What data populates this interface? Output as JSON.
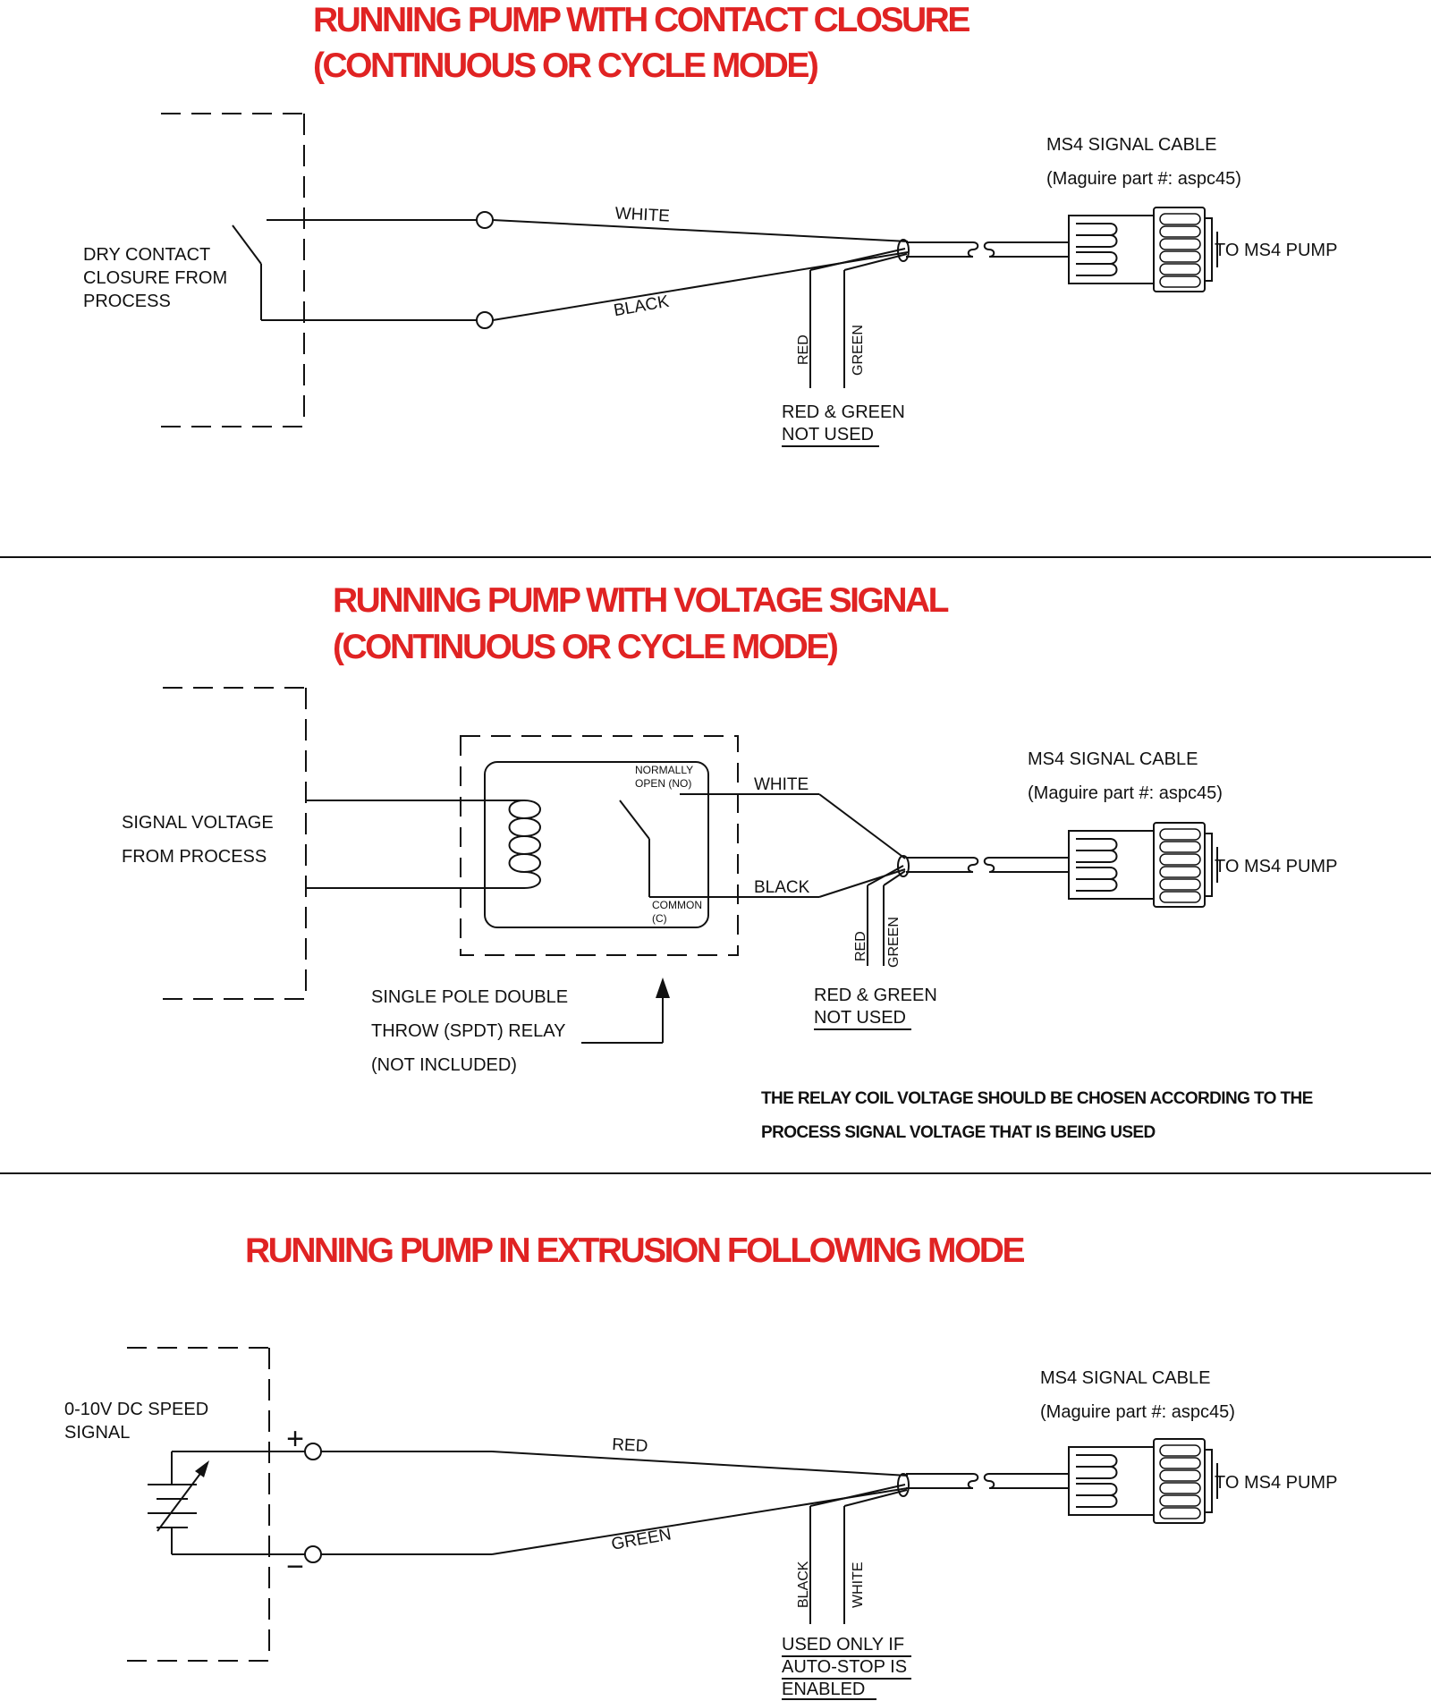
{
  "colors": {
    "title": "#e02323",
    "ink": "#111111",
    "background": "#ffffff"
  },
  "section1": {
    "title_line1": "RUNNING PUMP WITH CONTACT CLOSURE",
    "title_line2": "(CONTINUOUS OR CYCLE MODE)",
    "source_label": [
      "DRY CONTACT",
      "CLOSURE FROM",
      "PROCESS"
    ],
    "wire_white": "WHITE",
    "wire_black": "BLACK",
    "wire_red": "RED",
    "wire_green": "GREEN",
    "unused_line1": "RED & GREEN",
    "unused_line2": "NOT USED",
    "cable_title": "MS4 SIGNAL CABLE",
    "cable_part": "(Maguire part #: aspc45)",
    "destination": "TO MS4 PUMP"
  },
  "section2": {
    "title_line1": "RUNNING PUMP WITH VOLTAGE SIGNAL",
    "title_line2": "(CONTINUOUS OR CYCLE MODE)",
    "source_label": [
      "SIGNAL VOLTAGE",
      "FROM PROCESS"
    ],
    "relay_no_label": [
      "NORMALLY",
      "OPEN (NO)"
    ],
    "relay_common_label": [
      "COMMON",
      "(C)"
    ],
    "wire_white": "WHITE",
    "wire_black": "BLACK",
    "wire_red": "RED",
    "wire_green": "GREEN",
    "unused_line1": "RED & GREEN",
    "unused_line2": "NOT USED",
    "relay_label": [
      "SINGLE POLE DOUBLE",
      "THROW (SPDT) RELAY",
      "(NOT INCLUDED)"
    ],
    "note": [
      "THE RELAY COIL VOLTAGE SHOULD BE CHOSEN ACCORDING TO THE",
      "PROCESS SIGNAL VOLTAGE THAT IS BEING USED"
    ],
    "cable_title": "MS4 SIGNAL CABLE",
    "cable_part": "(Maguire part #: aspc45)",
    "destination": "TO MS4 PUMP"
  },
  "section3": {
    "title": "RUNNING PUMP IN EXTRUSION FOLLOWING MODE",
    "source_label": [
      "0-10V DC SPEED",
      "SIGNAL"
    ],
    "plus": "+",
    "minus": "−",
    "wire_red": "RED",
    "wire_green": "GREEN",
    "wire_black": "BLACK",
    "wire_white": "WHITE",
    "usage_note": [
      "USED ONLY IF",
      "AUTO-STOP IS",
      "ENABLED"
    ],
    "cable_title": "MS4 SIGNAL CABLE",
    "cable_part": "(Maguire part #: aspc45)",
    "destination": "TO MS4 PUMP"
  }
}
